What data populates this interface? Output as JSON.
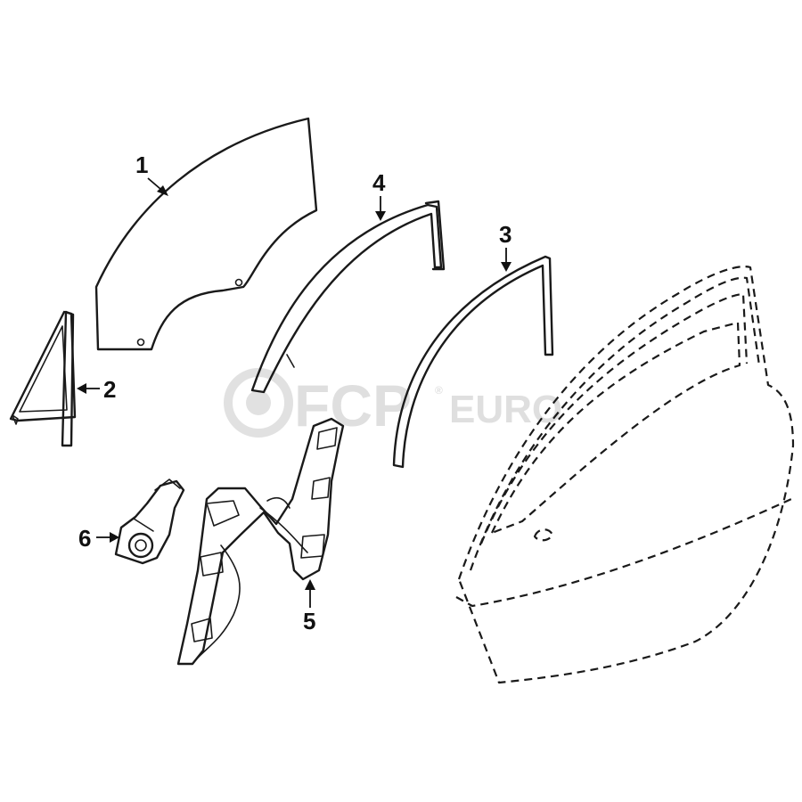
{
  "diagram": {
    "callouts": [
      {
        "id": 1,
        "label": "1"
      },
      {
        "id": 2,
        "label": "2"
      },
      {
        "id": 3,
        "label": "3"
      },
      {
        "id": 4,
        "label": "4"
      },
      {
        "id": 5,
        "label": "5"
      },
      {
        "id": 6,
        "label": "6"
      }
    ]
  },
  "watermark": {
    "brand_main": "FCP",
    "brand_suffix": "EURO",
    "registered_mark": "®"
  }
}
